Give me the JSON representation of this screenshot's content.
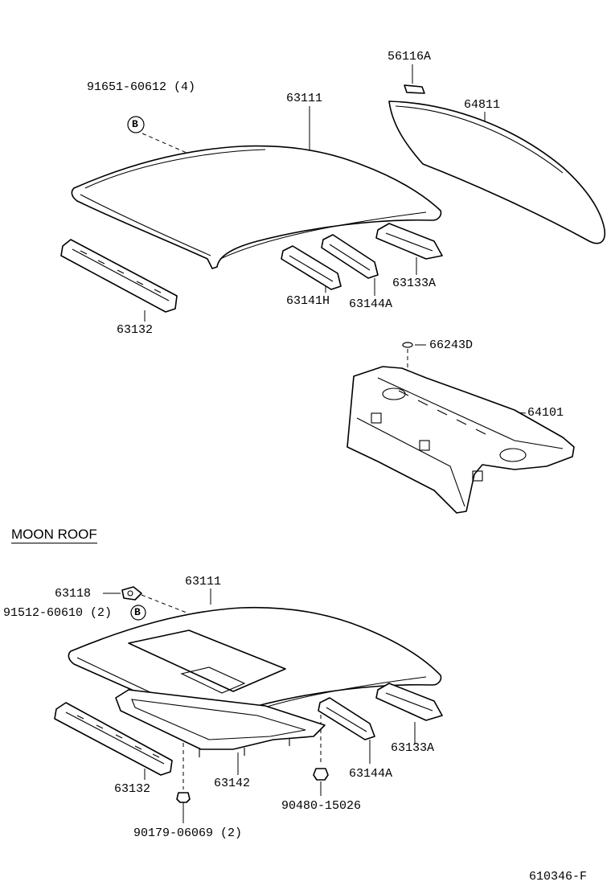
{
  "diagram": {
    "section_heading": "MOON ROOF",
    "figure_id": "610346-F",
    "fastener_ref_letter": "B",
    "upper_group": [
      {
        "key": "bolt_ref",
        "text": "91651-60612 (4)"
      },
      {
        "key": "roof_panel",
        "text": "63111"
      },
      {
        "key": "bracket",
        "text": "56116A"
      },
      {
        "key": "back_window",
        "text": "64811"
      },
      {
        "key": "front_header",
        "text": "63132"
      },
      {
        "key": "roof_bow_1",
        "text": "63141H"
      },
      {
        "key": "roof_bow_2",
        "text": "63144A"
      },
      {
        "key": "rear_header",
        "text": "63133A"
      },
      {
        "key": "plug",
        "text": "66243D"
      },
      {
        "key": "package_tray",
        "text": "64101"
      }
    ],
    "moon_roof_group": [
      {
        "key": "clip",
        "text": "63118"
      },
      {
        "key": "screw_ref",
        "text": "91512-60610 (2)"
      },
      {
        "key": "roof_panel",
        "text": "63111"
      },
      {
        "key": "rear_header",
        "text": "63133A"
      },
      {
        "key": "front_header",
        "text": "63132"
      },
      {
        "key": "reinforcement",
        "text": "63142"
      },
      {
        "key": "roof_bow",
        "text": "63144A"
      },
      {
        "key": "nut",
        "text": "90480-15026"
      },
      {
        "key": "bolt",
        "text": "90179-06069 (2)"
      }
    ]
  }
}
